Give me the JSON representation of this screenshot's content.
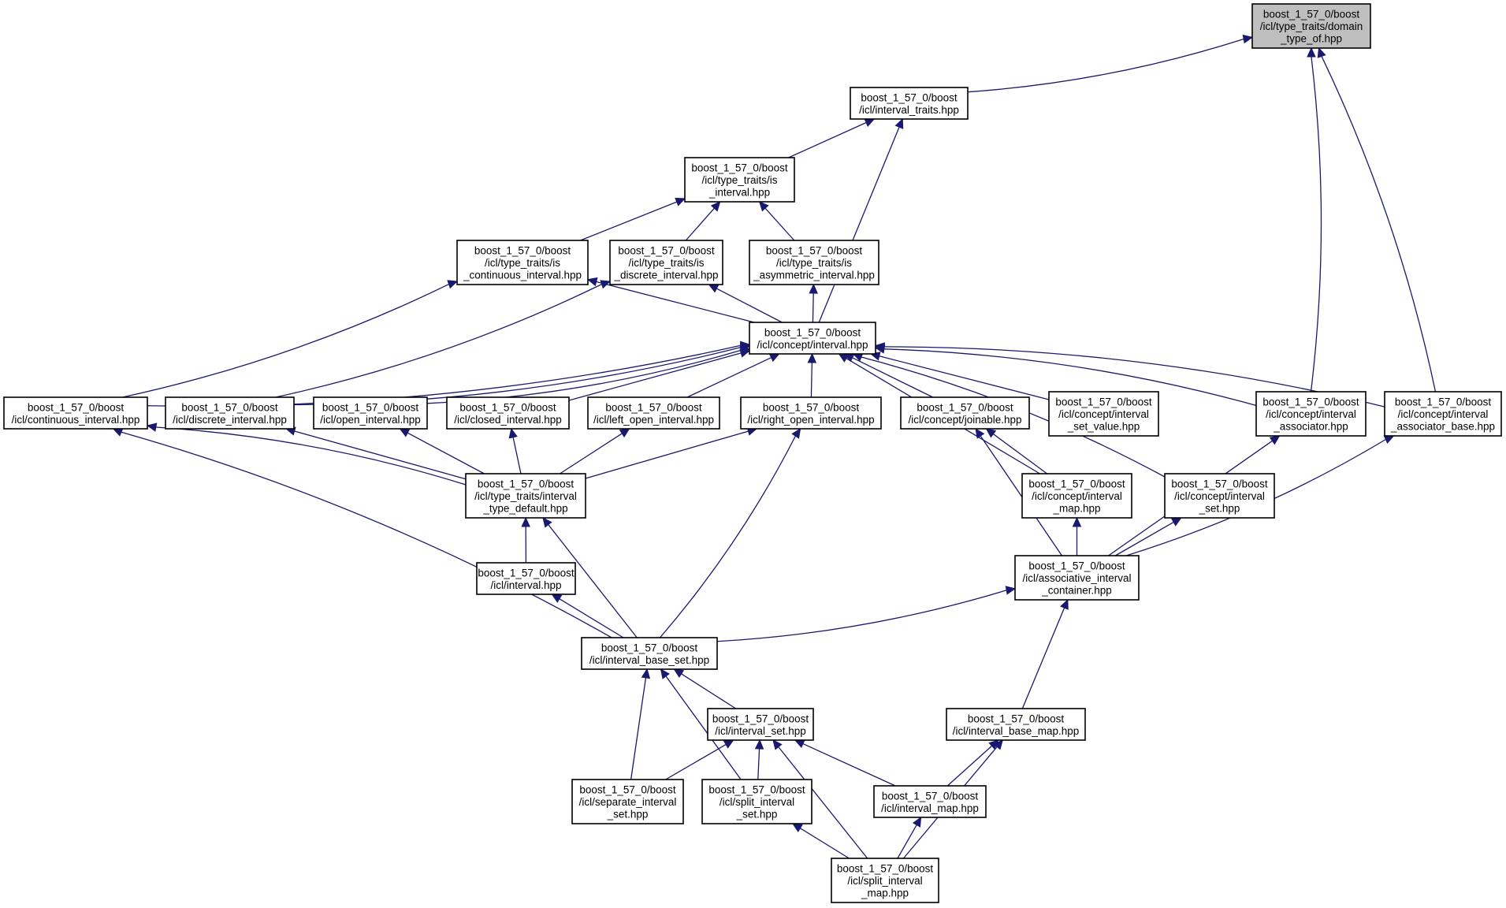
{
  "graph": {
    "nodes": [
      {
        "id": "domain_type_of",
        "lines": [
          "boost_1_57_0/boost",
          "/icl/type_traits/domain",
          "_type_of.hpp"
        ],
        "highlight": true
      },
      {
        "id": "interval_traits",
        "lines": [
          "boost_1_57_0/boost",
          "/icl/interval_traits.hpp"
        ]
      },
      {
        "id": "is_interval",
        "lines": [
          "boost_1_57_0/boost",
          "/icl/type_traits/is",
          "_interval.hpp"
        ]
      },
      {
        "id": "is_continuous_interval",
        "lines": [
          "boost_1_57_0/boost",
          "/icl/type_traits/is",
          "_continuous_interval.hpp"
        ]
      },
      {
        "id": "is_discrete_interval",
        "lines": [
          "boost_1_57_0/boost",
          "/icl/type_traits/is",
          "_discrete_interval.hpp"
        ]
      },
      {
        "id": "is_asymmetric_interval",
        "lines": [
          "boost_1_57_0/boost",
          "/icl/type_traits/is",
          "_asymmetric_interval.hpp"
        ]
      },
      {
        "id": "concept_interval",
        "lines": [
          "boost_1_57_0/boost",
          "/icl/concept/interval.hpp"
        ]
      },
      {
        "id": "continuous_interval",
        "lines": [
          "boost_1_57_0/boost",
          "/icl/continuous_interval.hpp"
        ]
      },
      {
        "id": "discrete_interval",
        "lines": [
          "boost_1_57_0/boost",
          "/icl/discrete_interval.hpp"
        ]
      },
      {
        "id": "open_interval",
        "lines": [
          "boost_1_57_0/boost",
          "/icl/open_interval.hpp"
        ]
      },
      {
        "id": "closed_interval",
        "lines": [
          "boost_1_57_0/boost",
          "/icl/closed_interval.hpp"
        ]
      },
      {
        "id": "left_open_interval",
        "lines": [
          "boost_1_57_0/boost",
          "/icl/left_open_interval.hpp"
        ]
      },
      {
        "id": "right_open_interval",
        "lines": [
          "boost_1_57_0/boost",
          "/icl/right_open_interval.hpp"
        ]
      },
      {
        "id": "concept_joinable",
        "lines": [
          "boost_1_57_0/boost",
          "/icl/concept/joinable.hpp"
        ]
      },
      {
        "id": "concept_interval_set_value",
        "lines": [
          "boost_1_57_0/boost",
          "/icl/concept/interval",
          "_set_value.hpp"
        ]
      },
      {
        "id": "concept_interval_associator",
        "lines": [
          "boost_1_57_0/boost",
          "/icl/concept/interval",
          "_associator.hpp"
        ]
      },
      {
        "id": "concept_interval_associator_base",
        "lines": [
          "boost_1_57_0/boost",
          "/icl/concept/interval",
          "_associator_base.hpp"
        ]
      },
      {
        "id": "interval_type_default",
        "lines": [
          "boost_1_57_0/boost",
          "/icl/type_traits/interval",
          "_type_default.hpp"
        ]
      },
      {
        "id": "concept_interval_map",
        "lines": [
          "boost_1_57_0/boost",
          "/icl/concept/interval",
          "_map.hpp"
        ]
      },
      {
        "id": "concept_interval_set",
        "lines": [
          "boost_1_57_0/boost",
          "/icl/concept/interval",
          "_set.hpp"
        ]
      },
      {
        "id": "icl_interval",
        "lines": [
          "boost_1_57_0/boost",
          "/icl/interval.hpp"
        ]
      },
      {
        "id": "associative_interval_container",
        "lines": [
          "boost_1_57_0/boost",
          "/icl/associative_interval",
          "_container.hpp"
        ]
      },
      {
        "id": "interval_base_set",
        "lines": [
          "boost_1_57_0/boost",
          "/icl/interval_base_set.hpp"
        ]
      },
      {
        "id": "interval_set",
        "lines": [
          "boost_1_57_0/boost",
          "/icl/interval_set.hpp"
        ]
      },
      {
        "id": "interval_base_map",
        "lines": [
          "boost_1_57_0/boost",
          "/icl/interval_base_map.hpp"
        ]
      },
      {
        "id": "separate_interval_set",
        "lines": [
          "boost_1_57_0/boost",
          "/icl/separate_interval",
          "_set.hpp"
        ]
      },
      {
        "id": "split_interval_set",
        "lines": [
          "boost_1_57_0/boost",
          "/icl/split_interval",
          "_set.hpp"
        ]
      },
      {
        "id": "interval_map",
        "lines": [
          "boost_1_57_0/boost",
          "/icl/interval_map.hpp"
        ]
      },
      {
        "id": "split_interval_map",
        "lines": [
          "boost_1_57_0/boost",
          "/icl/split_interval",
          "_map.hpp"
        ]
      }
    ],
    "edges": [
      [
        "interval_traits",
        "domain_type_of"
      ],
      [
        "concept_interval_associator",
        "domain_type_of"
      ],
      [
        "concept_interval_associator_base",
        "domain_type_of"
      ],
      [
        "is_interval",
        "interval_traits"
      ],
      [
        "concept_interval",
        "interval_traits"
      ],
      [
        "is_continuous_interval",
        "is_interval"
      ],
      [
        "is_discrete_interval",
        "is_interval"
      ],
      [
        "is_asymmetric_interval",
        "is_interval"
      ],
      [
        "concept_interval",
        "is_continuous_interval"
      ],
      [
        "continuous_interval",
        "is_continuous_interval"
      ],
      [
        "concept_interval",
        "is_discrete_interval"
      ],
      [
        "discrete_interval",
        "is_discrete_interval"
      ],
      [
        "concept_interval",
        "is_asymmetric_interval"
      ],
      [
        "continuous_interval",
        "concept_interval"
      ],
      [
        "discrete_interval",
        "concept_interval"
      ],
      [
        "open_interval",
        "concept_interval"
      ],
      [
        "closed_interval",
        "concept_interval"
      ],
      [
        "left_open_interval",
        "concept_interval"
      ],
      [
        "right_open_interval",
        "concept_interval"
      ],
      [
        "concept_joinable",
        "concept_interval"
      ],
      [
        "concept_interval_set_value",
        "concept_interval"
      ],
      [
        "concept_interval_map",
        "concept_interval"
      ],
      [
        "concept_interval_set",
        "concept_interval"
      ],
      [
        "concept_interval_associator",
        "concept_interval"
      ],
      [
        "concept_interval_associator_base",
        "concept_interval"
      ],
      [
        "interval_type_default",
        "continuous_interval"
      ],
      [
        "interval_base_set",
        "continuous_interval"
      ],
      [
        "interval_type_default",
        "discrete_interval"
      ],
      [
        "interval_type_default",
        "open_interval"
      ],
      [
        "interval_type_default",
        "closed_interval"
      ],
      [
        "interval_type_default",
        "left_open_interval"
      ],
      [
        "interval_type_default",
        "right_open_interval"
      ],
      [
        "interval_base_set",
        "right_open_interval"
      ],
      [
        "concept_interval_map",
        "concept_joinable"
      ],
      [
        "associative_interval_container",
        "concept_joinable"
      ],
      [
        "associative_interval_container",
        "concept_interval_associator"
      ],
      [
        "associative_interval_container",
        "concept_interval_associator_base"
      ],
      [
        "icl_interval",
        "interval_type_default"
      ],
      [
        "interval_base_set",
        "interval_type_default"
      ],
      [
        "associative_interval_container",
        "concept_interval_map"
      ],
      [
        "associative_interval_container",
        "concept_interval_set"
      ],
      [
        "interval_base_set",
        "icl_interval"
      ],
      [
        "interval_base_set",
        "associative_interval_container"
      ],
      [
        "interval_base_map",
        "associative_interval_container"
      ],
      [
        "interval_set",
        "interval_base_set"
      ],
      [
        "separate_interval_set",
        "interval_base_set"
      ],
      [
        "split_interval_set",
        "interval_base_set"
      ],
      [
        "separate_interval_set",
        "interval_set"
      ],
      [
        "split_interval_set",
        "interval_set"
      ],
      [
        "interval_map",
        "interval_set"
      ],
      [
        "split_interval_map",
        "interval_set"
      ],
      [
        "interval_map",
        "interval_base_map"
      ],
      [
        "split_interval_map",
        "interval_base_map"
      ],
      [
        "split_interval_map",
        "split_interval_set"
      ],
      [
        "split_interval_map",
        "interval_map"
      ]
    ]
  }
}
